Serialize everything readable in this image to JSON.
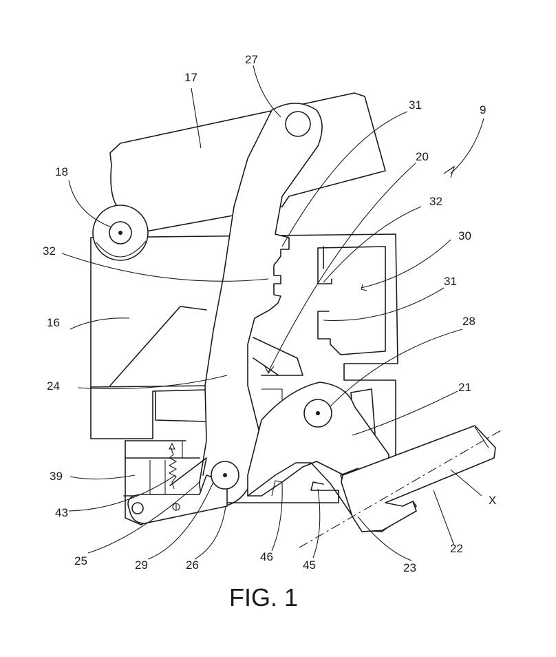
{
  "figure_caption": "FIG. 1",
  "labels": [
    {
      "id": "l17",
      "text": "17"
    },
    {
      "id": "l27",
      "text": "27"
    },
    {
      "id": "l31a",
      "text": "31"
    },
    {
      "id": "l9",
      "text": "9"
    },
    {
      "id": "l20",
      "text": "20"
    },
    {
      "id": "l18",
      "text": "18"
    },
    {
      "id": "l32a",
      "text": "32"
    },
    {
      "id": "l30",
      "text": "30"
    },
    {
      "id": "l32b",
      "text": "32"
    },
    {
      "id": "l31b",
      "text": "31"
    },
    {
      "id": "l16",
      "text": "16"
    },
    {
      "id": "l28",
      "text": "28"
    },
    {
      "id": "l24",
      "text": "24"
    },
    {
      "id": "l21",
      "text": "21"
    },
    {
      "id": "l39",
      "text": "39"
    },
    {
      "id": "l43",
      "text": "43"
    },
    {
      "id": "lX",
      "text": "X"
    },
    {
      "id": "l22",
      "text": "22"
    },
    {
      "id": "l25",
      "text": "25"
    },
    {
      "id": "l29",
      "text": "29"
    },
    {
      "id": "l26",
      "text": "26"
    },
    {
      "id": "l46",
      "text": "46"
    },
    {
      "id": "l45",
      "text": "45"
    },
    {
      "id": "l23",
      "text": "23"
    }
  ]
}
